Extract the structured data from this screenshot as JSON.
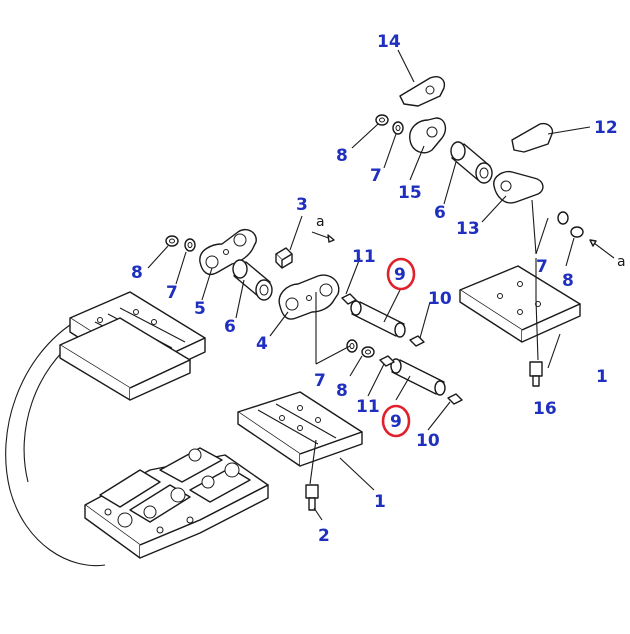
{
  "diagram": {
    "callouts": {
      "c14": "14",
      "c12": "12",
      "c8a": "8",
      "c7a": "7",
      "c15": "15",
      "c6a": "6",
      "c13": "13",
      "c3": "3",
      "c11a": "11",
      "c9a": "9",
      "c10a": "10",
      "c7b": "7",
      "c8b": "8",
      "c8c": "8",
      "c7c": "7",
      "c5": "5",
      "c6b": "6",
      "c4": "4",
      "c7d": "7",
      "c8d": "8",
      "c11b": "11",
      "c9b": "9",
      "c10b": "10",
      "c1a": "1",
      "c16": "16",
      "c1b": "1",
      "c2": "2"
    },
    "notes": {
      "a1": "a",
      "a2": "a"
    },
    "highlight_color": "#e0202a",
    "callout_color": "#1f2fbf"
  }
}
